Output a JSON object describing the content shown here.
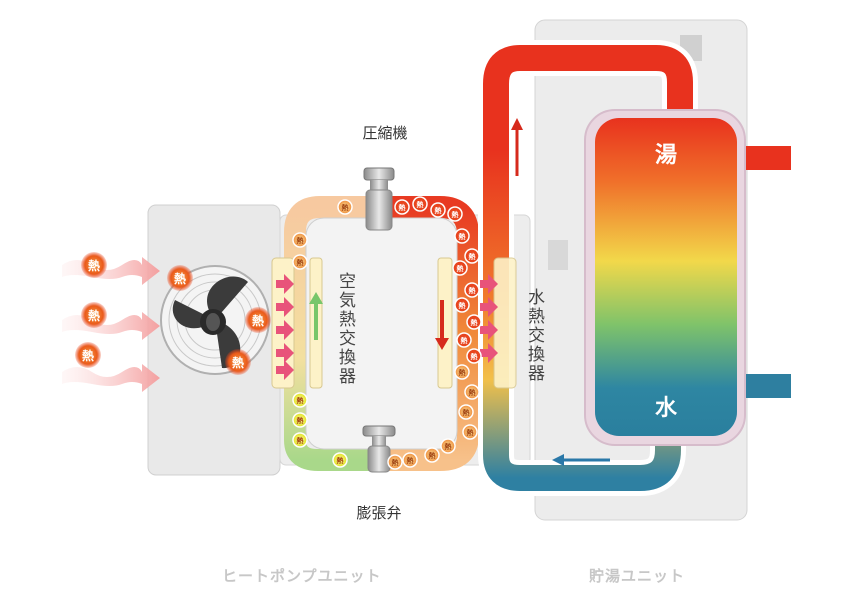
{
  "labels": {
    "compressor": "圧縮機",
    "air_heat_exchanger": "空気熱交換器",
    "water_heat_exchanger": "水熱交換器",
    "expansion_valve": "膨張弁",
    "hot_water": "湯",
    "water": "水",
    "heat": "熱"
  },
  "captions": {
    "heat_pump_unit": "ヒートポンプユニット",
    "storage_unit": "貯湯ユニット"
  },
  "colors": {
    "hot": "#e8321e",
    "warm": "#f2a641",
    "mid": "#f2e24a",
    "cool": "#78c66a",
    "cold": "#2e7fa0",
    "heat_arrow": "#e8537a",
    "flow_up": "#d62a1c",
    "flow_left": "#2a78a8"
  }
}
